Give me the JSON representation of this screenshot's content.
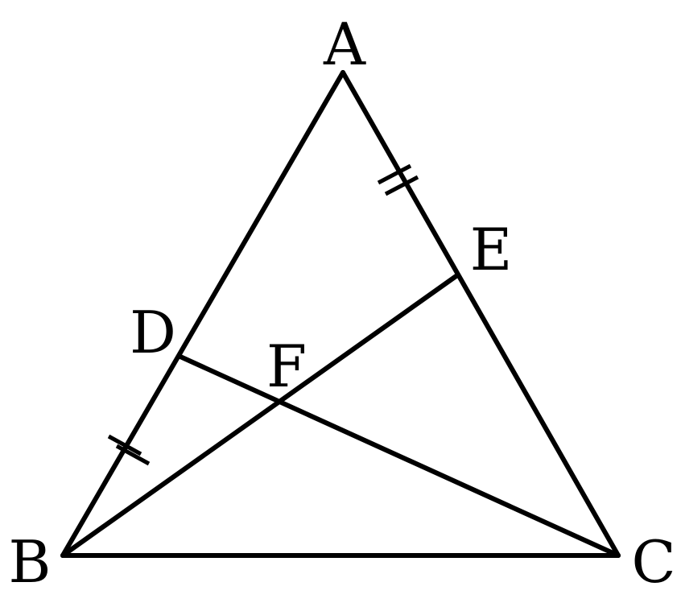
{
  "figure": {
    "points": {
      "A": "A",
      "B": "B",
      "C": "C",
      "D": "D",
      "E": "E",
      "F": "F"
    },
    "segments": [
      "AB",
      "AC",
      "BC",
      "BE",
      "CD"
    ],
    "equal_marks": [
      "AE",
      "BD"
    ],
    "line_color": "#000000"
  }
}
